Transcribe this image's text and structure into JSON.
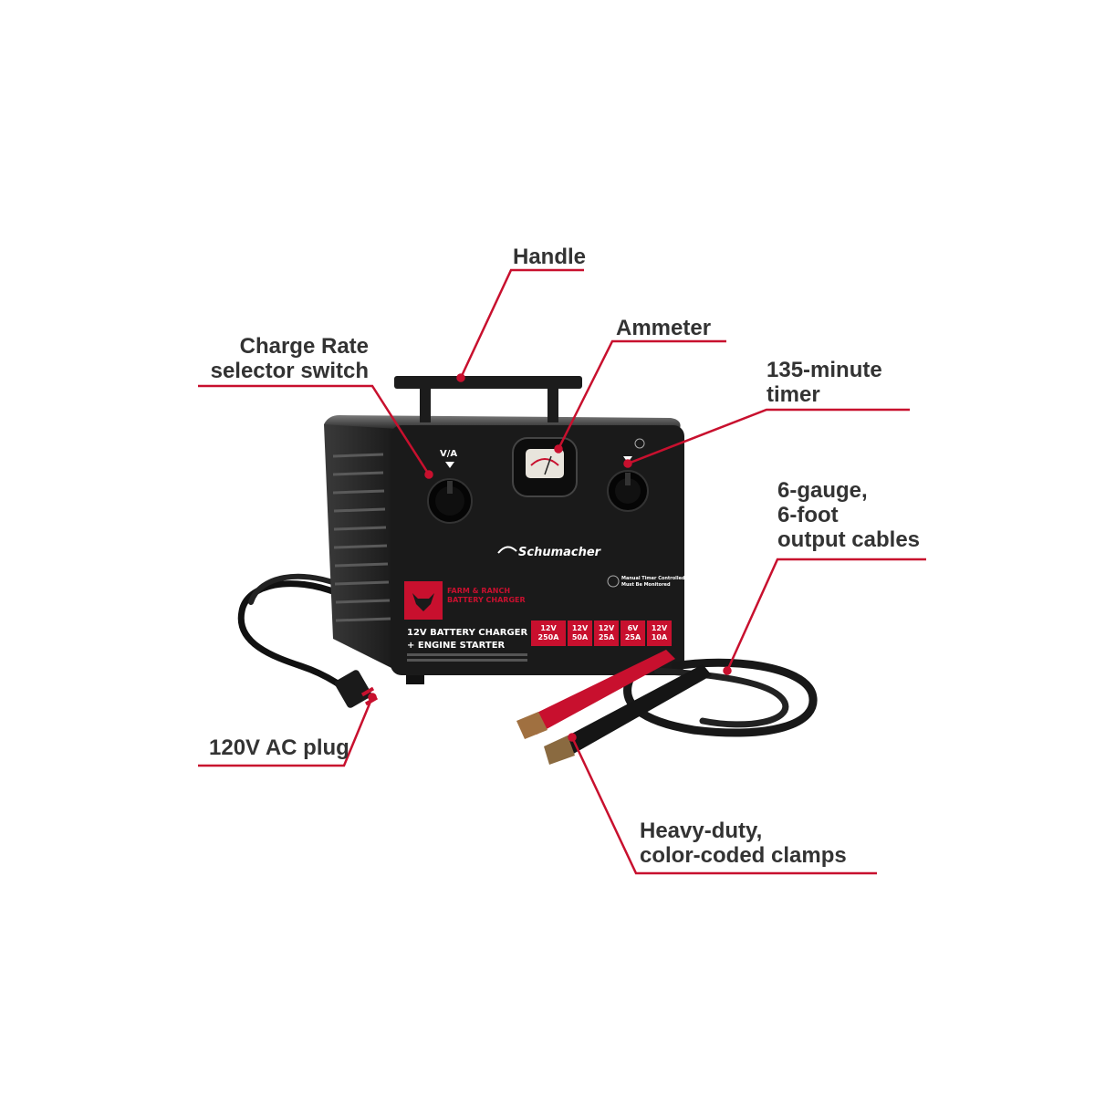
{
  "callouts": {
    "handle": "Handle",
    "ammeter": "Ammeter",
    "charge_rate": [
      "Charge Rate",
      "selector switch"
    ],
    "timer": [
      "135-minute",
      "timer"
    ],
    "cables": [
      "6-gauge,",
      "6-foot",
      "output cables"
    ],
    "plug": "120V AC plug",
    "clamps": [
      "Heavy-duty,",
      "color-coded clamps"
    ]
  },
  "panel": {
    "va_label": "V/A",
    "brand": "Schumacher",
    "badge_line1": "FARM & RANCH",
    "badge_line2": "BATTERY CHARGER",
    "title_line1": "12V BATTERY CHARGER",
    "title_line2": "+ ENGINE STARTER",
    "timer_note_line1": "Manual Timer Controlled",
    "timer_note_line2": "Must Be Monitored",
    "rating_boxes": [
      {
        "volts": "12V",
        "amps": "250A"
      },
      {
        "volts": "12V",
        "amps": "50A"
      },
      {
        "volts": "12V",
        "amps": "25A"
      },
      {
        "volts": "6V",
        "amps": "25A"
      },
      {
        "volts": "12V",
        "amps": "10A"
      }
    ]
  },
  "colors": {
    "accent": "#c8102e",
    "callout_text": "#333333",
    "charger_body": "#1a1a1a"
  }
}
